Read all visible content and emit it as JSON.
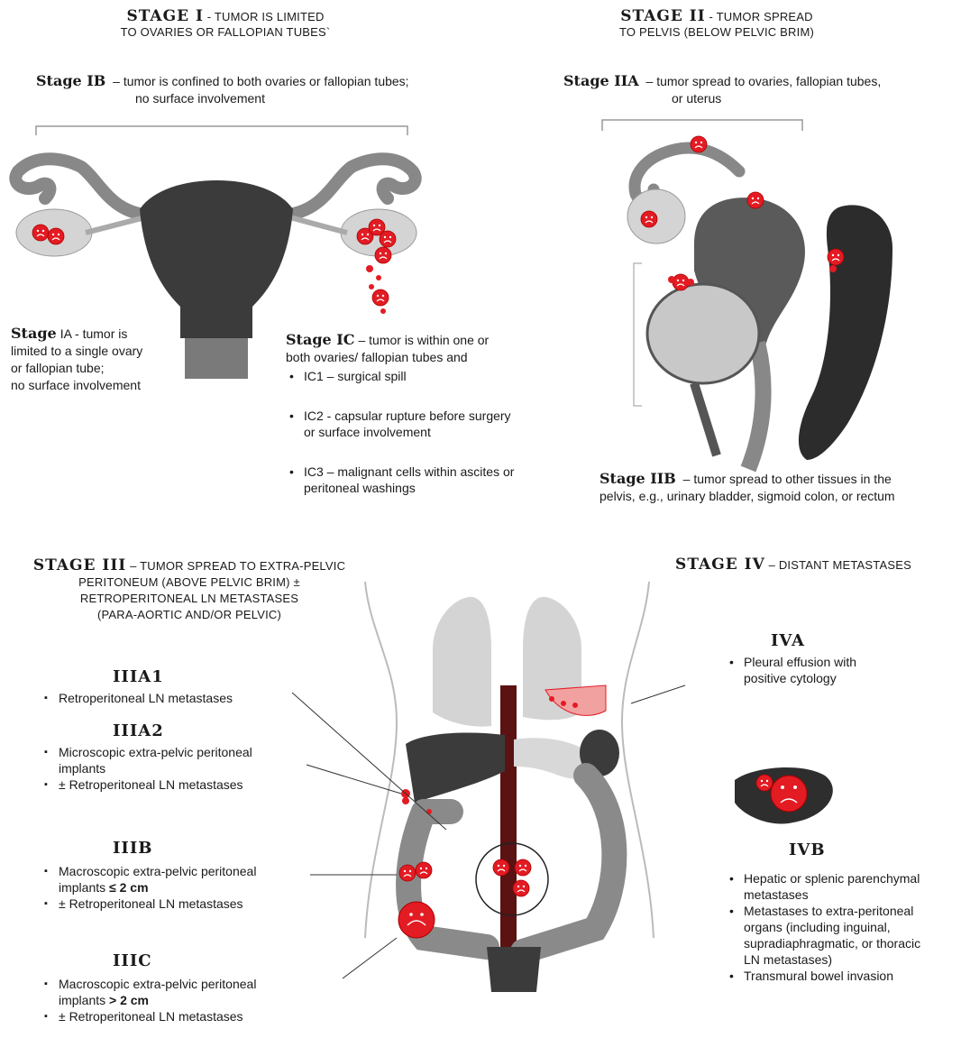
{
  "colors": {
    "tumor": "#e31b23",
    "dark_organ": "#3b3b3b",
    "mid_organ": "#7a7a7a",
    "light_organ": "#d4d4d4"
  },
  "stage1": {
    "head_label": "STAGE I",
    "head_rest": " - TUMOR IS LIMITED",
    "head_line2": "TO OVARIES OR FALLOPIAN TUBES`",
    "ib_label": "Stage IB",
    "ib_line1": "– tumor is confined to both ovaries or fallopian tubes;",
    "ib_line2": "no surface involvement",
    "ia_label": "Stage",
    "ia_line1": "IA - tumor is",
    "ia_line2": "limited to a single ovary",
    "ia_line3": "or fallopian tube;",
    "ia_line4": "no surface involvement",
    "ic_label": "Stage IC",
    "ic_line1": "– tumor is within one or",
    "ic_line2": "both ovaries/ fallopian tubes and",
    "ic_items": [
      "IC1 – surgical spill",
      "IC2 -  capsular rupture before surgery or surface involvement",
      "IC3 – malignant cells within ascites or peritoneal washings"
    ]
  },
  "stage2": {
    "head_label": "STAGE II",
    "head_rest": " - TUMOR SPREAD",
    "head_line2": "TO PELVIS (BELOW PELVIC BRIM)",
    "iia_label": "Stage IIA",
    "iia_line1": "– tumor spread to ovaries, fallopian tubes,",
    "iia_line2": "or uterus",
    "iib_label": "Stage IIB",
    "iib_line1": "– tumor spread to other tissues in the",
    "iib_line2": "pelvis, e.g., urinary bladder, sigmoid colon, or rectum"
  },
  "stage3": {
    "head_label": "STAGE III",
    "head_rest": " – TUMOR SPREAD TO EXTRA-PELVIC",
    "head_line2": "PERITONEUM (ABOVE PELVIC BRIM) ±",
    "head_line3": "RETROPERITONEAL LN METASTASES",
    "head_line4": "(PARA-AORTIC AND/OR PELVIC)",
    "iiia1_label": "IIIA1",
    "iiia1_items": [
      "Retroperitoneal LN metastases"
    ],
    "iiia2_label": "IIIA2",
    "iiia2_items": [
      "Microscopic extra-pelvic peritoneal implants",
      "± Retroperitoneal LN metastases"
    ],
    "iiib_label": "IIIB",
    "iiib_item1_text": "Macroscopic extra-pelvic peritoneal implants ",
    "iiib_item1_bold": "≤ 2 cm",
    "iiib_item2": "± Retroperitoneal LN metastases",
    "iiic_label": "IIIC",
    "iiic_item1_text": "Macroscopic extra-pelvic peritoneal implants ",
    "iiic_item1_bold": "> 2 cm",
    "iiic_item2": "± Retroperitoneal LN metastases"
  },
  "stage4": {
    "head_label": "STAGE IV",
    "head_rest": " – DISTANT METASTASES",
    "iva_label": "IVA",
    "iva_items": [
      "Pleural effusion with positive cytology"
    ],
    "ivb_label": "IVB",
    "ivb_items": [
      "Hepatic or splenic parenchymal metastases",
      "Metastases to extra-peritoneal organs (including inguinal, supradiaphragmatic, or thoracic LN metastases)",
      "Transmural bowel invasion"
    ]
  }
}
